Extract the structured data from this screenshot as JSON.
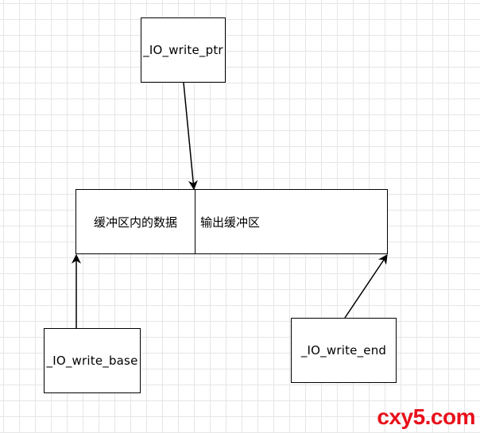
{
  "boxes": {
    "write_ptr": "_IO_write_ptr",
    "write_base": "_IO_write_base",
    "write_end": "_IO_write_end"
  },
  "buffer": {
    "left_label": "缓冲区内的数据",
    "right_label": "输出缓冲区"
  },
  "watermark": "cxy5.com",
  "colors": {
    "grid": "#e6e6e6",
    "stroke": "#000000",
    "watermark": "#e8101a"
  }
}
